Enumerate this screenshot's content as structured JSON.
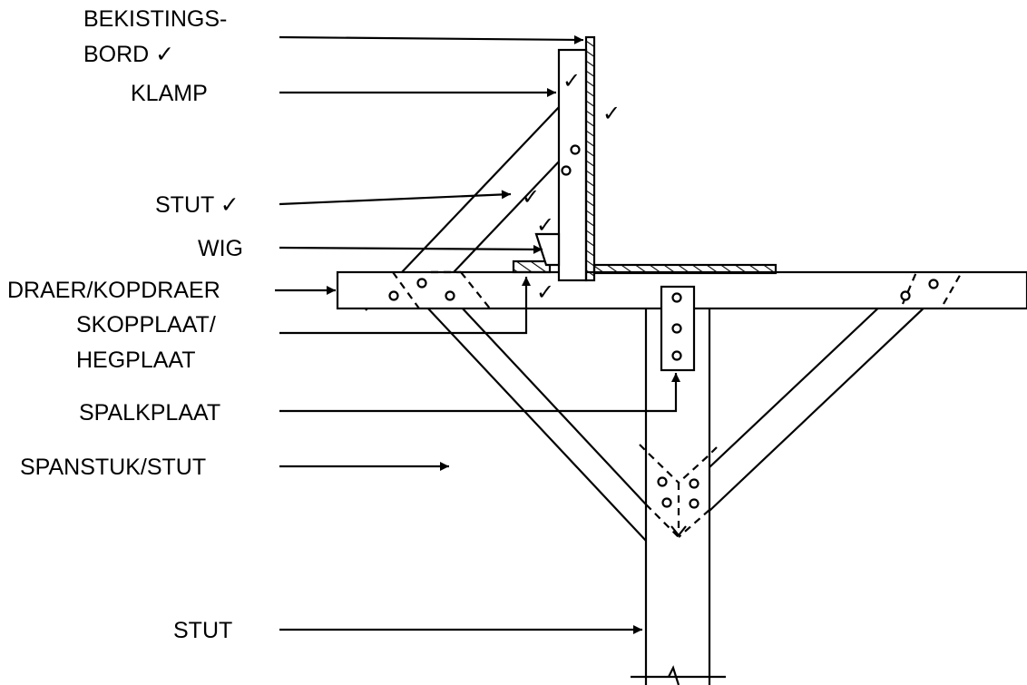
{
  "labels": {
    "bekisting_line1": "BEKISTINGS-",
    "bekisting_line2": "BORD ✓",
    "klamp": "KLAMP",
    "stut_upper": "STUT ✓",
    "wig": "WIG",
    "draer": "DRAER/KOPDRAER",
    "skopplaat_line1": "SKOPPLAAT/",
    "skopplaat_line2": "HEGPLAAT",
    "spalkplaat": "SPALKPLAAT",
    "spanstuk": "SPANSTUK/STUT",
    "stut_lower": "STUT"
  },
  "checkmark": "✓",
  "colors": {
    "ink": "#000000",
    "background": "#ffffff"
  }
}
